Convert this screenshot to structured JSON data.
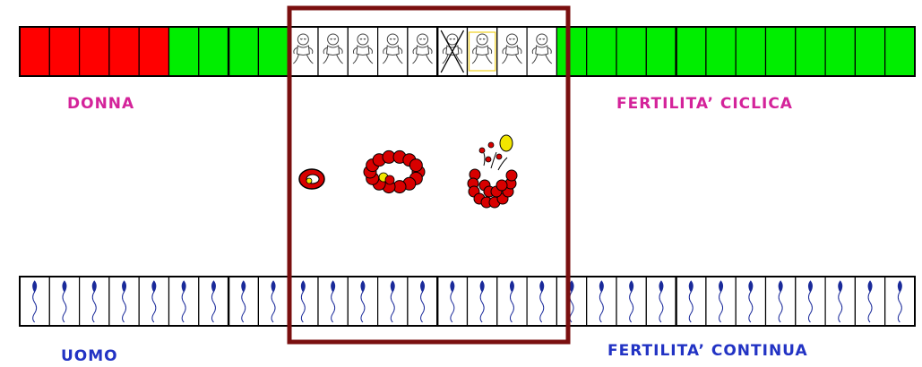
{
  "labels": {
    "donna": "DONNA",
    "fertilita_ciclica": "FERTILITA’ CICLICA",
    "uomo": "UOMO",
    "fertilita_continua": "FERTILITA’ CONTINUA"
  },
  "colors": {
    "red_cell": "#ff0000",
    "green_cell": "#00ee00",
    "frame": "#7a0f0f",
    "label_pink": "#d4239a",
    "label_blue": "#2233c4",
    "sperm": "#1a2a9a",
    "follicle_red": "#d80000",
    "oocyte_yellow": "#f2e600"
  },
  "female_cycle": {
    "cells": [
      "red",
      "red",
      "red",
      "red",
      "red",
      "green",
      "green",
      "green",
      "green",
      "baby",
      "baby",
      "baby",
      "baby",
      "baby",
      "baby-crossed",
      "baby",
      "baby",
      "baby",
      "green",
      "green",
      "green",
      "green",
      "green",
      "green",
      "green",
      "green",
      "green",
      "green",
      "green",
      "green"
    ],
    "highlighted_cell": 15
  },
  "male_cycle": {
    "cells": 30,
    "icon": "sperm-icon"
  },
  "follicle_stages": [
    "small-follicle",
    "mature-follicle",
    "ovulating-follicle"
  ]
}
